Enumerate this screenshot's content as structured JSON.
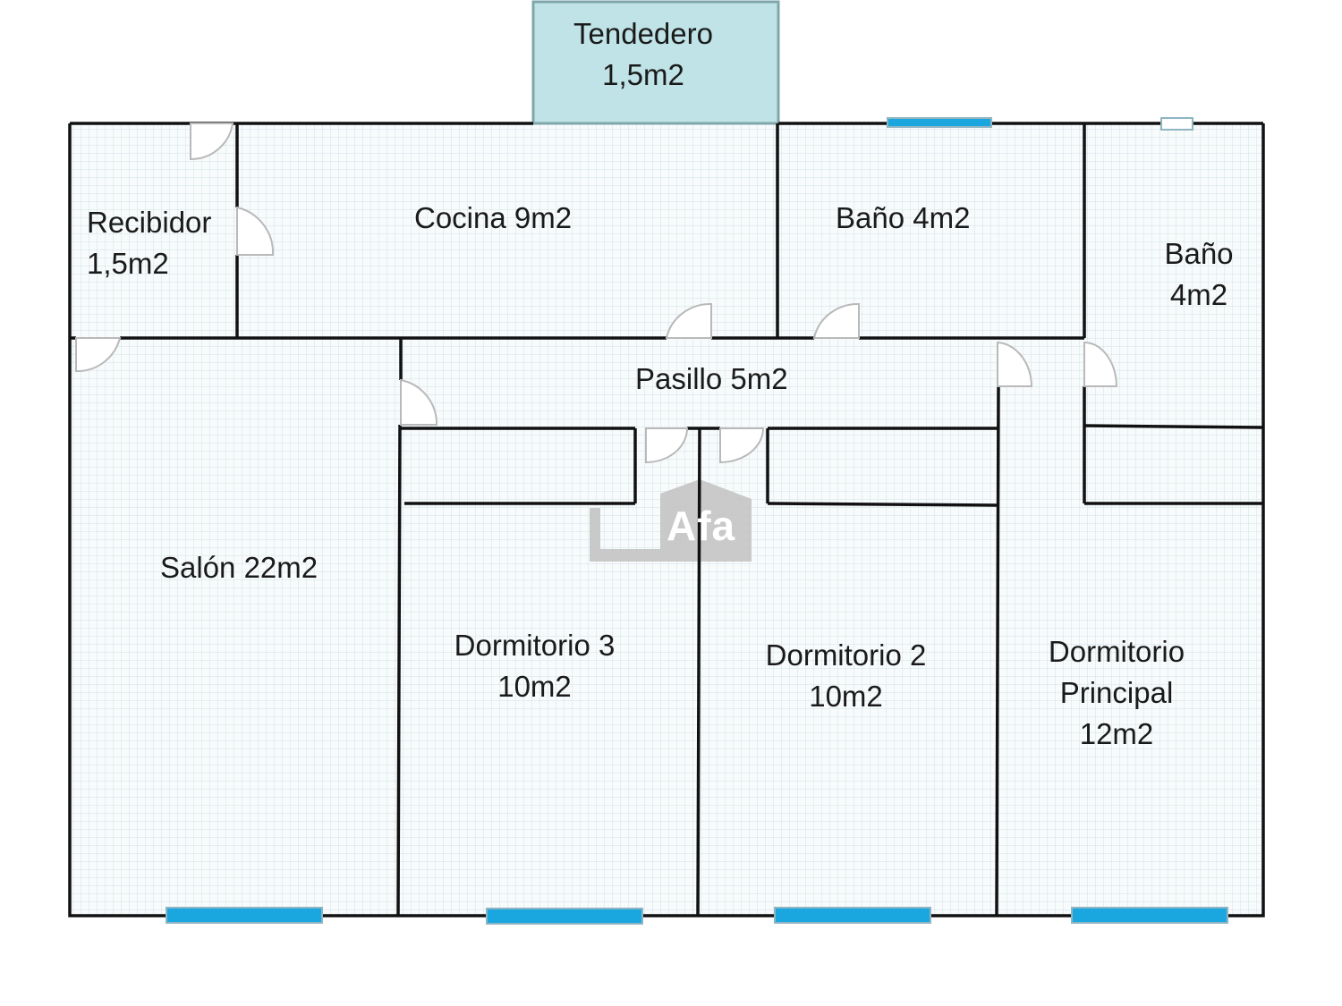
{
  "colors": {
    "wall": "#111111",
    "grid": "#d2e1e6",
    "floor": "#f8fbfc",
    "window": "#1aa7e0",
    "window_edge": "#8fb5c2",
    "tendedero_fill": "#bfe3e6",
    "tendedero_border": "#7fa7ab",
    "watermark": "#c4c4c4"
  },
  "rooms": {
    "tendedero": {
      "name": "Tendedero",
      "area": "1,5m2"
    },
    "recibidor": {
      "name": "Recibidor",
      "area": "1,5m2"
    },
    "cocina": {
      "label": "Cocina 9m2"
    },
    "bano1": {
      "label": "Baño 4m2"
    },
    "bano2": {
      "name": "Baño",
      "area": "4m2"
    },
    "pasillo": {
      "label": "Pasillo 5m2"
    },
    "salon": {
      "label": "Salón 22m2"
    },
    "dorm3": {
      "name": "Dormitorio 3",
      "area": "10m2"
    },
    "dorm2": {
      "name": "Dormitorio 2",
      "area": "10m2"
    },
    "dormp": {
      "name": "Dormitorio",
      "name2": "Principal",
      "area": "12m2"
    }
  },
  "watermark": "Afa"
}
